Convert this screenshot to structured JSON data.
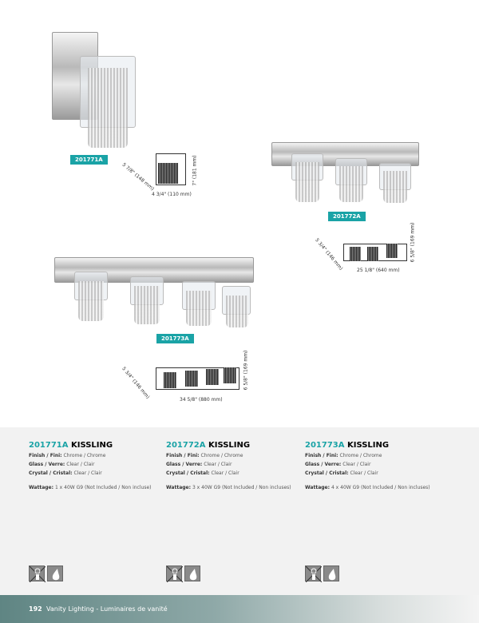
{
  "products": [
    {
      "code": "201771A",
      "name": "KISSLING",
      "finish_label": "Finish / Fini:",
      "finish": "Chrome / Chrome",
      "glass_label": "Glass / Verre:",
      "glass": "Clear / Clair",
      "crystal_label": "Crystal / Cristal:",
      "crystal": "Clear / Clair",
      "wattage_label": "Wattage:",
      "wattage": "1 x 40W G9 (Not Included / Non incluse)",
      "dims": {
        "height": "7\" (181 mm)",
        "depth": "5 7/8\" (148 mm)",
        "width": "4 3/4\" (110 mm)"
      }
    },
    {
      "code": "201772A",
      "name": "KISSLING",
      "finish_label": "Finish / Fini:",
      "finish": "Chrome / Chrome",
      "glass_label": "Glass / Verre:",
      "glass": "Clear / Clair",
      "crystal_label": "Crystal / Cristal:",
      "crystal": "Clear / Clair",
      "wattage_label": "Wattage:",
      "wattage": "3 x 40W G9 (Not Included / Non incluses)",
      "dims": {
        "height": "6 5/8\" (169 mm)",
        "depth": "5 3/4\" (146 mm)",
        "width": "25 1/8\" (640 mm)"
      }
    },
    {
      "code": "201773A",
      "name": "KISSLING",
      "finish_label": "Finish / Fini:",
      "finish": "Chrome / Chrome",
      "glass_label": "Glass / Verre:",
      "glass": "Clear / Clair",
      "crystal_label": "Crystal / Cristal:",
      "crystal": "Clear / Clair",
      "wattage_label": "Wattage:",
      "wattage": "4 x 40W G9 (Not Included / Non incluses)",
      "dims": {
        "height": "6 5/8\" (169 mm)",
        "depth": "5 3/4\" (146 mm)",
        "width": "34 5/8\" (880 mm)"
      }
    }
  ],
  "footer": {
    "page": "192",
    "section": "Vanity Lighting - Luminaires de vanité"
  },
  "colors": {
    "accent": "#1aa3a6"
  }
}
